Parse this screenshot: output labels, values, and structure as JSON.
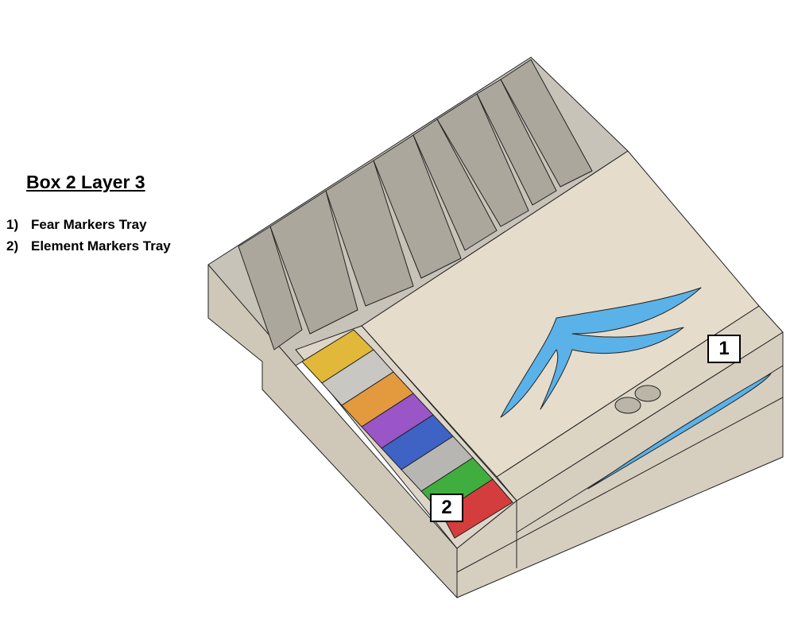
{
  "title": "Box 2 Layer 3",
  "legend": [
    {
      "number": "1)",
      "label": "Fear Markers Tray"
    },
    {
      "number": "2)",
      "label": "Element Markers Tray"
    }
  ],
  "callouts": [
    "1",
    "2"
  ],
  "colors": {
    "lid": "#e5dccb",
    "body": "#d9d3c6",
    "shade": "#b9b4aa",
    "accent_blue": "#5ab2e8",
    "trays": [
      "#e2b83a",
      "#c9c7c2",
      "#e39a3e",
      "#9a55c6",
      "#3e63c4",
      "#b8b6b2",
      "#3fae3f",
      "#d43d3d"
    ]
  }
}
